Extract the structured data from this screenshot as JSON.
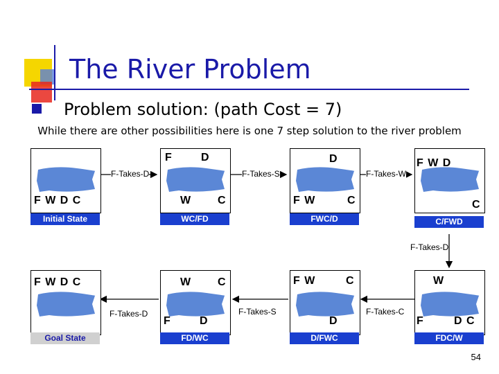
{
  "title": "The River Problem",
  "subtitle": "Problem solution: (path Cost = 7)",
  "intro": "While there are other possibilities here is one 7 step solution to the river problem",
  "boxes": {
    "b1": {
      "top": "",
      "bottom": "F W D C",
      "state": "Initial State"
    },
    "b2": {
      "top_left": "F",
      "top_right": "D",
      "bottom_left": "W",
      "bottom_right": "C",
      "state": "WC/FD"
    },
    "b3": {
      "top_right": "D",
      "bottom_left": "F W",
      "bottom_right": "C",
      "state": "FWC/D"
    },
    "b4": {
      "top": "F W D",
      "bottom_right": "C",
      "state": "C/FWD"
    },
    "b5": {
      "top": "F W D C",
      "state": "Goal State"
    },
    "b6": {
      "top_left": "W",
      "top_right": "C",
      "bottom_left": "F",
      "bottom_right": "D",
      "state": "FD/WC"
    },
    "b7": {
      "top_left": "F W",
      "top_right": "C",
      "bottom_right": "D",
      "state": "D/FWC"
    },
    "b8": {
      "top": "W",
      "bottom_left": "F",
      "bottom_right": "D C",
      "state": "FDC/W"
    }
  },
  "actions": {
    "a1": "F-Takes-D",
    "a2": "F-Takes-S",
    "a3": "F-Takes-W",
    "a4": "F-Takes-D",
    "a5": "F-Takes-C",
    "a6": "F-Takes-S",
    "a7": "F-Takes-D"
  },
  "page_number": "54",
  "colors": {
    "title": "#1a1aa8",
    "river": "#5b87d6",
    "state_active": "#1a3fcf",
    "state_goal": "#d0d0d0"
  }
}
